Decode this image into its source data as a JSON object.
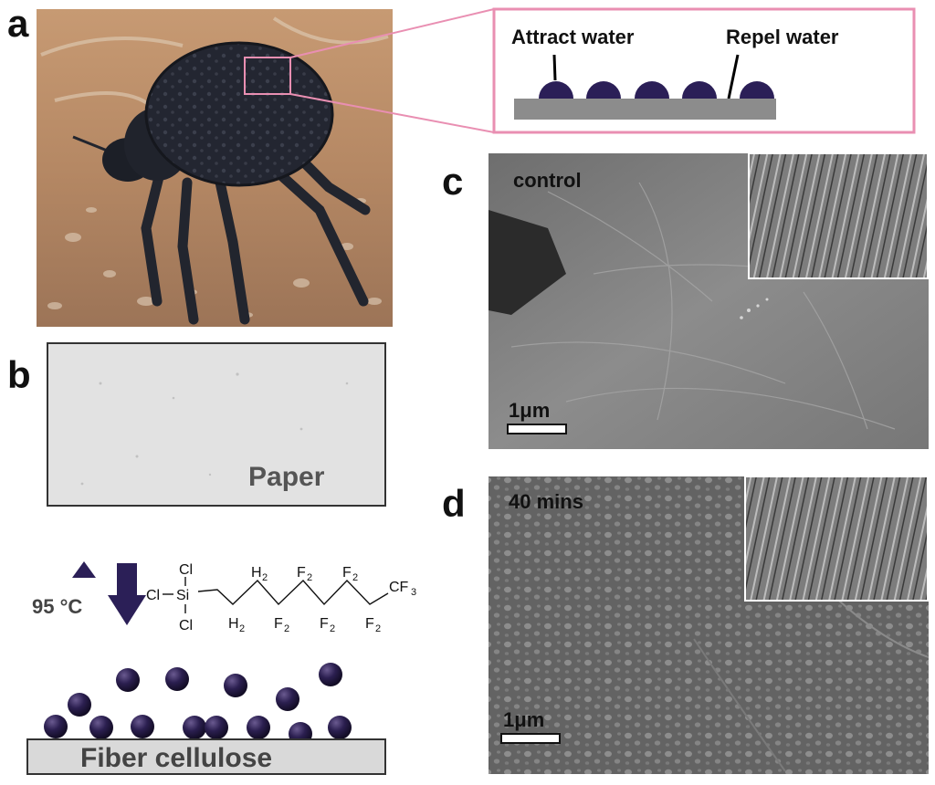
{
  "panels": {
    "a": {
      "letter": "a"
    },
    "b": {
      "letter": "b"
    },
    "c": {
      "letter": "c",
      "caption": "control",
      "scale": "1μm"
    },
    "d": {
      "letter": "d",
      "caption": "40 mins",
      "scale": "1μm"
    }
  },
  "inset_a": {
    "attract_label": "Attract water",
    "repel_label": "Repel water"
  },
  "paper_label": "Paper",
  "process": {
    "temperature": "95 °C"
  },
  "chem": {
    "cl_top": "Cl",
    "cl_left": "Cl",
    "si": "Si",
    "cl_bottom": "Cl",
    "h": "H",
    "f": "F",
    "sub2": "2",
    "cf3": "CF",
    "sub3": "3"
  },
  "fiber_label": "Fiber cellulose",
  "colors": {
    "droplet": "#2b1f57",
    "sphere": "#1f1638",
    "inset_border": "#e98fb2",
    "substrate": "#8a8a8a",
    "arrow": "#2b1f57"
  }
}
